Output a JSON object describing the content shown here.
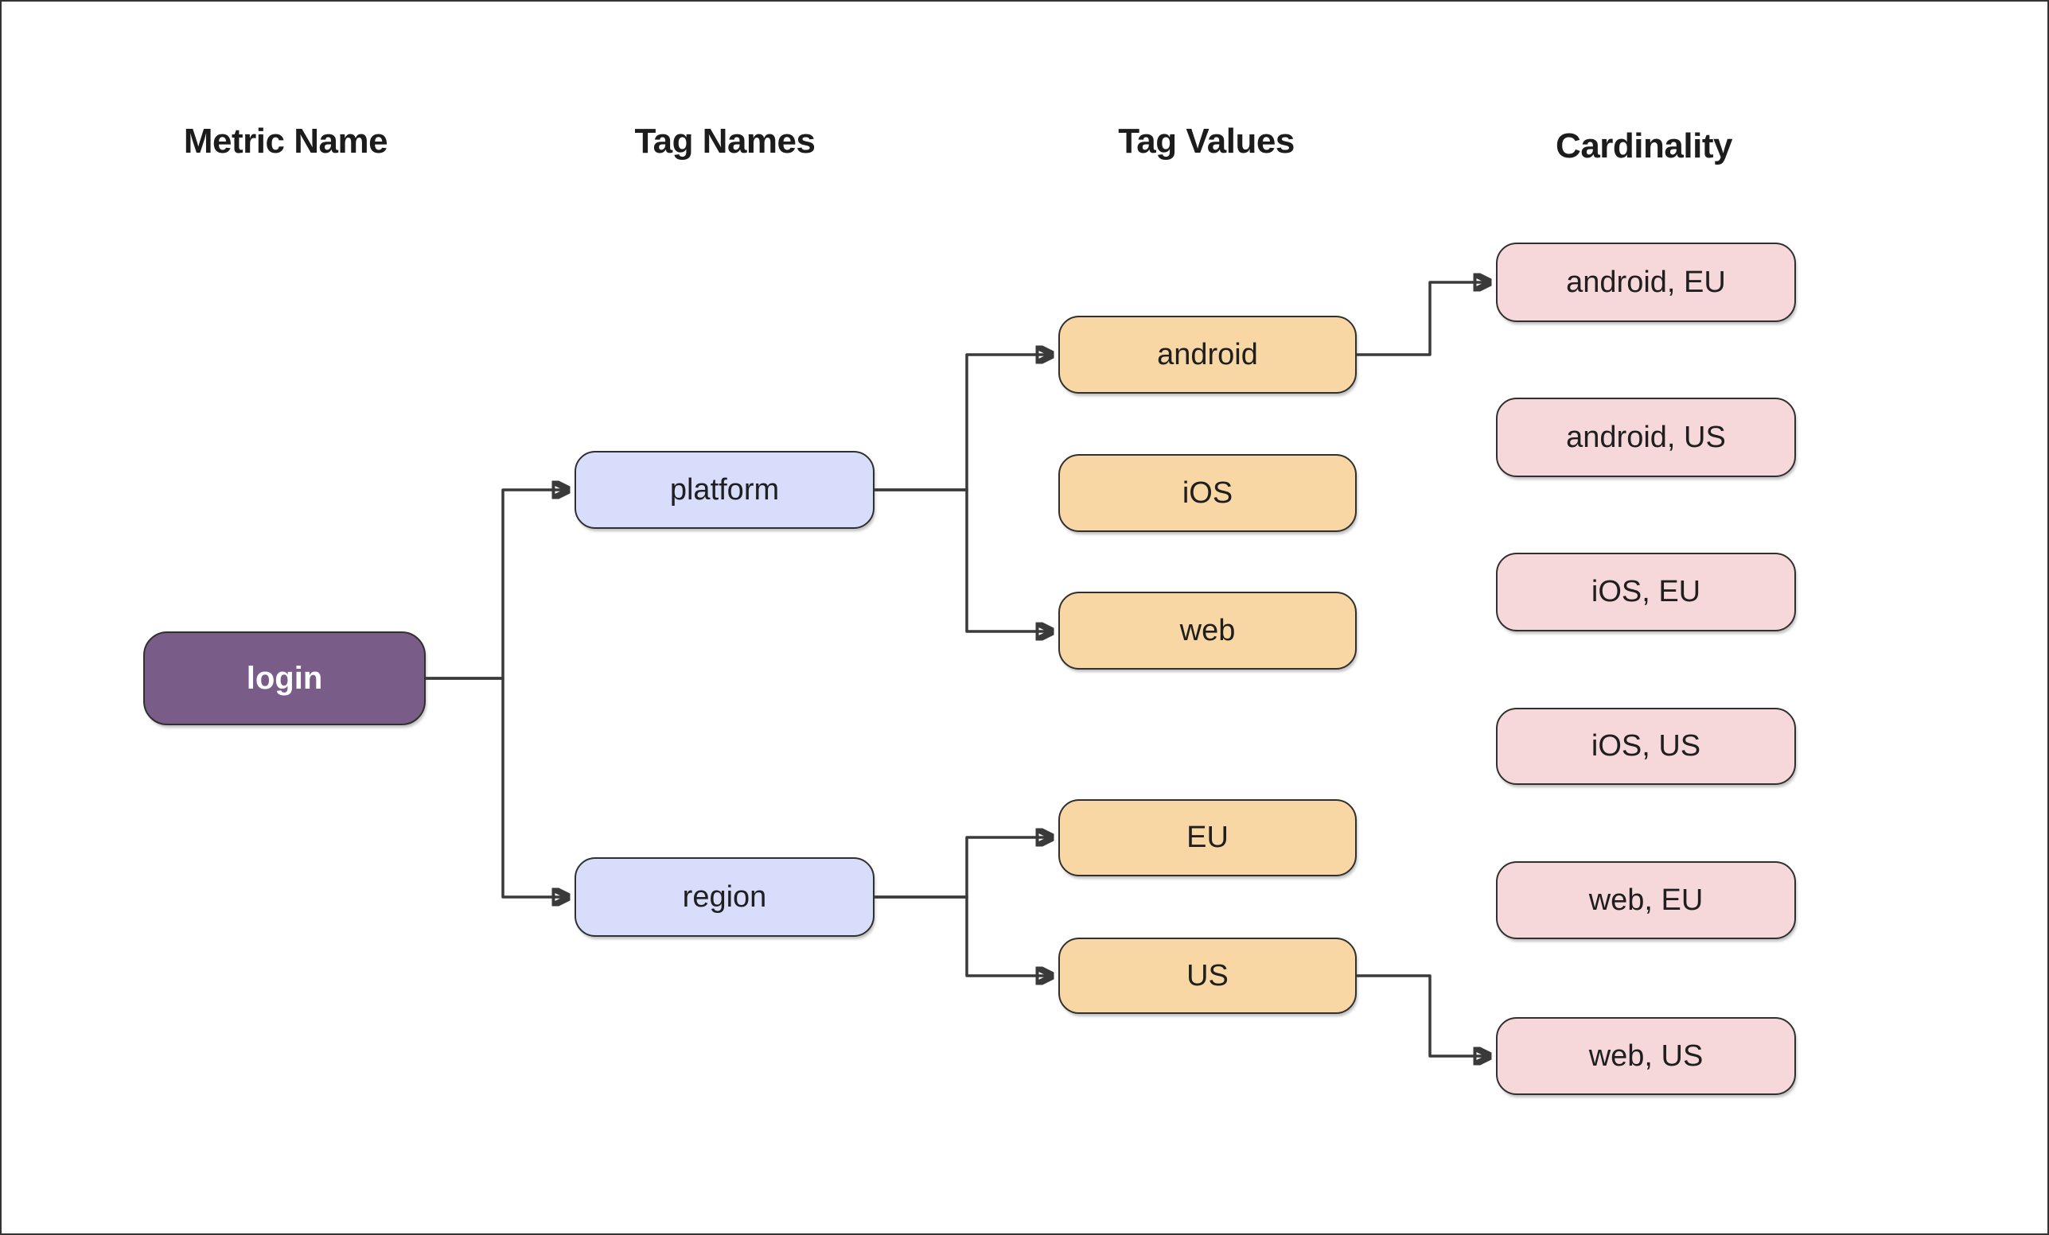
{
  "headers": {
    "metric_name": "Metric Name",
    "tag_names": "Tag Names",
    "tag_values": "Tag Values",
    "cardinality": "Cardinality"
  },
  "nodes": {
    "login": "login",
    "platform": "platform",
    "region": "region",
    "android": "android",
    "ios": "iOS",
    "web": "web",
    "eu": "EU",
    "us": "US",
    "android_eu": "android, EU",
    "android_us": "android, US",
    "ios_eu": "iOS, EU",
    "ios_us": "iOS, US",
    "web_eu": "web, EU",
    "web_us": "web, US"
  },
  "edges": [
    {
      "from": "login",
      "to": "platform"
    },
    {
      "from": "login",
      "to": "region"
    },
    {
      "from": "platform",
      "to": "android"
    },
    {
      "from": "platform",
      "to": "web"
    },
    {
      "from": "region",
      "to": "EU"
    },
    {
      "from": "region",
      "to": "US"
    },
    {
      "from": "android",
      "to": "android, EU"
    },
    {
      "from": "US",
      "to": "web, US"
    }
  ],
  "colors": {
    "metric_fill": "#7a5c88",
    "tag_name_fill": "#d7ddfa",
    "tag_value_fill": "#f8d7a4",
    "cardinality_fill": "#f7d8da",
    "node_border": "#303030",
    "edge_stroke": "#3a3a3a",
    "header_text": "#1c1c1c",
    "background": "#ffffff"
  }
}
